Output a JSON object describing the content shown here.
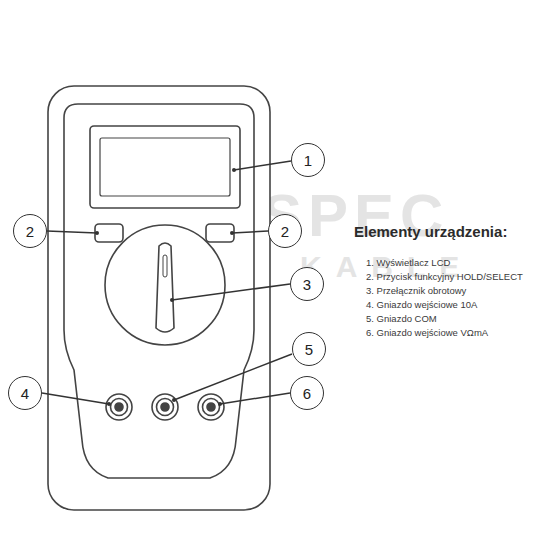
{
  "diagram": {
    "title": "Elementy urządzenia:",
    "nodes": [
      {
        "text": [
          "1"
        ]
      },
      {
        "text": [
          "2"
        ]
      },
      {
        "text": [
          "2"
        ]
      },
      {
        "text": [
          "3"
        ]
      },
      {
        "text": [
          "5"
        ]
      },
      {
        "text": [
          "4"
        ]
      },
      {
        "text": [
          "6"
        ]
      }
    ],
    "labels": [
      "1. Wyświetlacz LCD",
      "2. Przycisk funkcyjny HOLD/SELECT",
      "3. Przełącznik obrotowy",
      "4. Gniazdo wejściowe 10A",
      "5. Gniazdo COM",
      "6. Gniazdo wejściowe VΩmA",
      "SPEC",
      "KABLE"
    ]
  }
}
